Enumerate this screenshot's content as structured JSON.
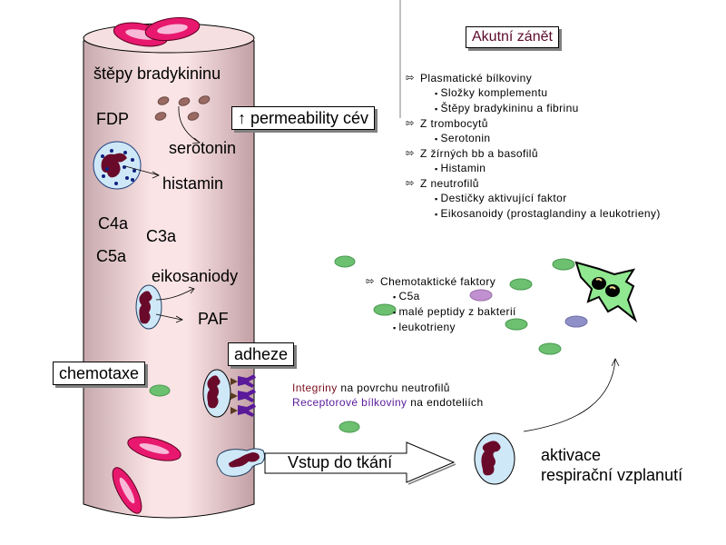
{
  "title": "Akutní zánět",
  "vessel_labels": {
    "bradykinin": "štěpy bradykininu",
    "fdp": "FDP",
    "serotonin": "serotonin",
    "histamin": "histamin",
    "c4a": "C4a",
    "c3a": "C3a",
    "c5a": "C5a",
    "eikosanoidy": "eikosaniody",
    "paf": "PAF"
  },
  "boxes": {
    "permeability": "↑ permeability cév",
    "chemotaxe": "chemotaxe",
    "adheze": "adheze"
  },
  "mediators_list": {
    "groups": [
      {
        "heading": "Plasmatické bílkoviny",
        "items": [
          "Složky komplementu",
          "Štěpy bradykininu a fibrinu"
        ]
      },
      {
        "heading": "Z trombocytů",
        "items": [
          "Serotonin"
        ]
      },
      {
        "heading": "Z žírných bb a basofilů",
        "items": [
          "Histamin"
        ]
      },
      {
        "heading": "Z neutrofilů",
        "items": [
          "Destičky aktivující faktor",
          "Eikosanoidy (prostaglandiny a leukotrieny)"
        ]
      }
    ]
  },
  "chemotactic_list": {
    "heading": "Chemotaktické faktory",
    "items": [
      "C5a",
      "malé peptidy z bakterií",
      "leukotrieny"
    ]
  },
  "adhesion_note": {
    "line1_colored": "Integriny",
    "line1_rest": " na povrchu neutrofilů",
    "line2_colored": "Receptorové bílkoviny",
    "line2_rest": " na endoteliích"
  },
  "arrow_label": "Vstup do tkání",
  "activation": {
    "line1": "aktivace",
    "line2": "respirační vzplanutí"
  },
  "bullet_icon": "hand-pointer-icon",
  "colors": {
    "title": "#5c0a2c",
    "vessel": "#f0d8da",
    "vessel_shadow": "#c8a8ac",
    "rbc": "#e8186e",
    "nucleus": "#6a0a2a",
    "cell": "#cfe8f8",
    "bacteria_green": "#6cc070",
    "bacteria_purple": "#c090d0",
    "bacteria_blue": "#9090c8",
    "integrin": "#7a1020",
    "receptor": "#5a1a9a"
  }
}
